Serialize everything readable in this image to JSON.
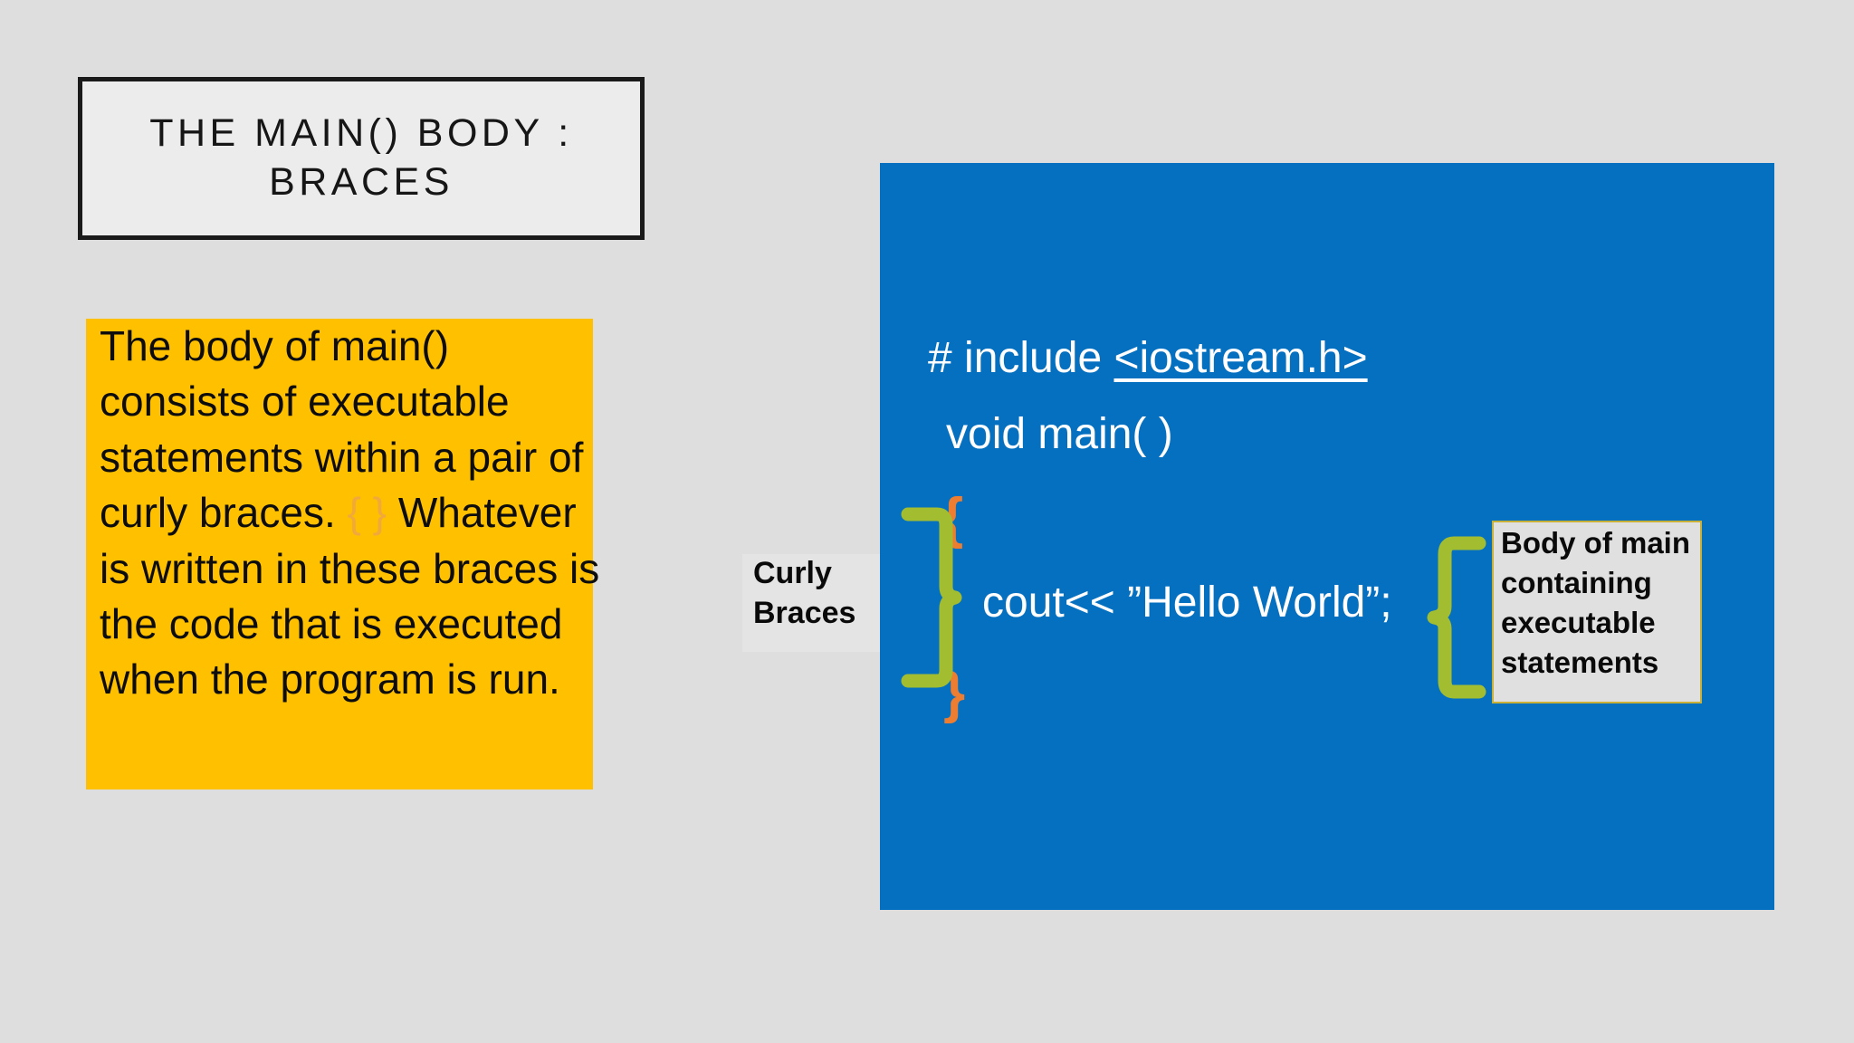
{
  "slide": {
    "background_color": "#DEDEDE",
    "title": "THE MAIN() BODY :\nBRACES"
  },
  "description": {
    "background_color": "#FFC000",
    "text_before_braces": "The body of main() consists of executable statements within a pair of curly braces. ",
    "brace_glyph": "{ }",
    "text_after_braces": " Whatever is written in these braces is the code that is executed when the program is run.",
    "full_text": "The body of main() consists of executable statements within a pair of curly braces. { } Whatever is written in these braces is the code that is executed when the program is run."
  },
  "code_panel": {
    "background_color": "#0670C0",
    "text_color": "#FFFFFF",
    "lines": {
      "include_prefix": "# include ",
      "include_header": "<iostream.h>",
      "main_signature": "void main( )",
      "open_brace": "{",
      "statement": "cout<< ”Hello World”;",
      "close_brace": "}"
    },
    "brace_color": "#ED7D31",
    "bracket_color": "#A2BD30"
  },
  "annotations": {
    "curly_braces_label": "Curly\nBraces",
    "body_callout": "Body of main containing executable statements",
    "callout_border_color": "#C9B037",
    "callout_background_color": "#E0E0E0"
  }
}
